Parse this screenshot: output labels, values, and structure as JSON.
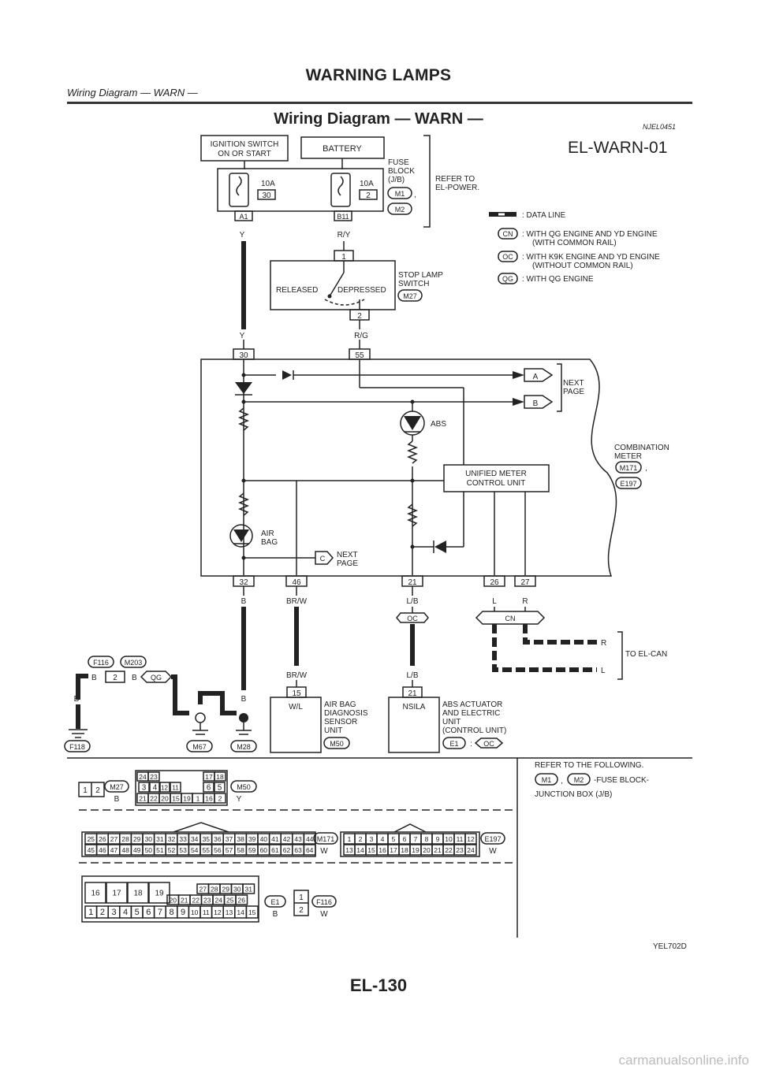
{
  "header": {
    "title": "WARNING LAMPS",
    "subtitle": "Wiring Diagram — WARN —"
  },
  "section": {
    "title": "Wiring Diagram — WARN —",
    "code": "NJEL0451"
  },
  "diagram": {
    "id": "EL-WARN-01",
    "ignition": [
      "IGNITION SWITCH",
      "ON OR START"
    ],
    "battery": "BATTERY",
    "fuse_left": {
      "amp": "10A",
      "num": "30",
      "conn": "A1",
      "wire": "Y"
    },
    "fuse_right": {
      "amp": "10A",
      "num": "2",
      "conn": "B11",
      "wire": "R/Y"
    },
    "fuse_block": [
      "FUSE",
      "BLOCK",
      "(J/B)"
    ],
    "fuse_conns": [
      "M1",
      "M2"
    ],
    "refer": [
      "REFER TO",
      "EL-POWER."
    ],
    "legend": {
      "data_line": ": DATA LINE",
      "cn": [
        "CN",
        ": WITH QG ENGINE AND YD ENGINE",
        "(WITH COMMON RAIL)"
      ],
      "oc": [
        "OC",
        ": WITH K9K ENGINE AND YD ENGINE",
        "(WITHOUT COMMON RAIL)"
      ],
      "qg": [
        "QG",
        ": WITH QG ENGINE"
      ]
    },
    "stop_switch": {
      "pin_top": "1",
      "pin_bot": "2",
      "released": "RELEASED",
      "depressed": "DEPRESSED",
      "label": [
        "STOP LAMP",
        "SWITCH"
      ],
      "conn": "M27",
      "wire_out": "R/G"
    },
    "meter": {
      "pin_left": "30",
      "pin_right": "55",
      "wire_left": "Y",
      "arrow_a": "A",
      "arrow_b": "B",
      "next_page": [
        "NEXT",
        "PAGE"
      ],
      "abs": "ABS",
      "ucu": [
        "UNIFIED METER",
        "CONTROL UNIT"
      ],
      "airbag": [
        "AIR",
        "BAG"
      ],
      "arrow_c": "C",
      "label": [
        "COMBINATION",
        "METER"
      ],
      "conns": [
        "M171",
        "E197"
      ],
      "bottom_pins": [
        "32",
        "46",
        "21",
        "26",
        "27"
      ],
      "bottom_wires": [
        "B",
        "BR/W",
        "L/B",
        "L",
        "R"
      ]
    },
    "can": {
      "cn": "CN",
      "r": "R",
      "l": "L",
      "to": "TO EL-CAN",
      "oc": "OC"
    },
    "ground": {
      "f116": "F116",
      "m203": "M203",
      "pin2": "2",
      "wire_b": "B",
      "qg": "QG",
      "f118": "F118",
      "m67": "M67",
      "m28": "M28"
    },
    "airbag_unit": {
      "wire_top": "BR/W",
      "pin": "15",
      "inner": "W/L",
      "label": [
        "AIR BAG",
        "DIAGNOSIS",
        "SENSOR",
        "UNIT"
      ],
      "conn": "M50"
    },
    "abs_unit": {
      "wire_top": "L/B",
      "pin": "21",
      "inner": "NSILA",
      "label": [
        "ABS ACTUATOR",
        "AND ELECTRIC",
        "UNIT",
        "(CONTROL UNIT)"
      ],
      "conn": "E1",
      "colon": ":",
      "oc": "OC"
    }
  },
  "connectors": {
    "m27": {
      "pins": [
        "1",
        "2"
      ],
      "name": "M27",
      "color": "B"
    },
    "m50": {
      "top": [
        "24",
        "23",
        "17",
        "18"
      ],
      "mid": [
        "3",
        "4",
        "12",
        "11",
        "6",
        "5"
      ],
      "bot": [
        "21",
        "22",
        "20",
        "15",
        "19",
        "1",
        "16",
        "2"
      ],
      "name": "M50",
      "color": "Y"
    },
    "m171": {
      "top": [
        "25",
        "26",
        "27",
        "28",
        "29",
        "30",
        "31",
        "32",
        "33",
        "34",
        "35",
        "36",
        "37",
        "38",
        "39",
        "40",
        "41",
        "42",
        "43",
        "44"
      ],
      "bot": [
        "45",
        "46",
        "47",
        "48",
        "49",
        "50",
        "51",
        "52",
        "53",
        "54",
        "55",
        "56",
        "57",
        "58",
        "59",
        "60",
        "61",
        "62",
        "63",
        "64"
      ],
      "name": "M171",
      "color": "W"
    },
    "e197": {
      "top": [
        "1",
        "2",
        "3",
        "4",
        "5",
        "6",
        "7",
        "8",
        "9",
        "10",
        "11",
        "12"
      ],
      "bot": [
        "13",
        "14",
        "15",
        "16",
        "17",
        "18",
        "19",
        "20",
        "21",
        "22",
        "23",
        "24"
      ],
      "name": "E197",
      "color": "W"
    },
    "e1": {
      "big": [
        "16",
        "17",
        "18",
        "19"
      ],
      "upper": [
        "27",
        "28",
        "29",
        "30",
        "31"
      ],
      "mid": [
        "20",
        "21",
        "22",
        "23",
        "24",
        "25",
        "26"
      ],
      "bot": [
        "1",
        "2",
        "3",
        "4",
        "5",
        "6",
        "7",
        "8",
        "9",
        "10",
        "11",
        "12",
        "13",
        "14",
        "15"
      ],
      "name": "E1",
      "color": "B"
    },
    "f116": {
      "pins": [
        "1",
        "2"
      ],
      "name": "F116",
      "color": "W"
    }
  },
  "reference": {
    "title": "REFER TO THE FOLLOWING.",
    "m1": "M1",
    "m2": "M2",
    "comma": ",",
    "desc": "-FUSE BLOCK-",
    "desc2": "JUNCTION BOX (J/B)"
  },
  "figure_code": "YEL702D",
  "page_number": "EL-130",
  "watermark": "carmanualsonline.info"
}
